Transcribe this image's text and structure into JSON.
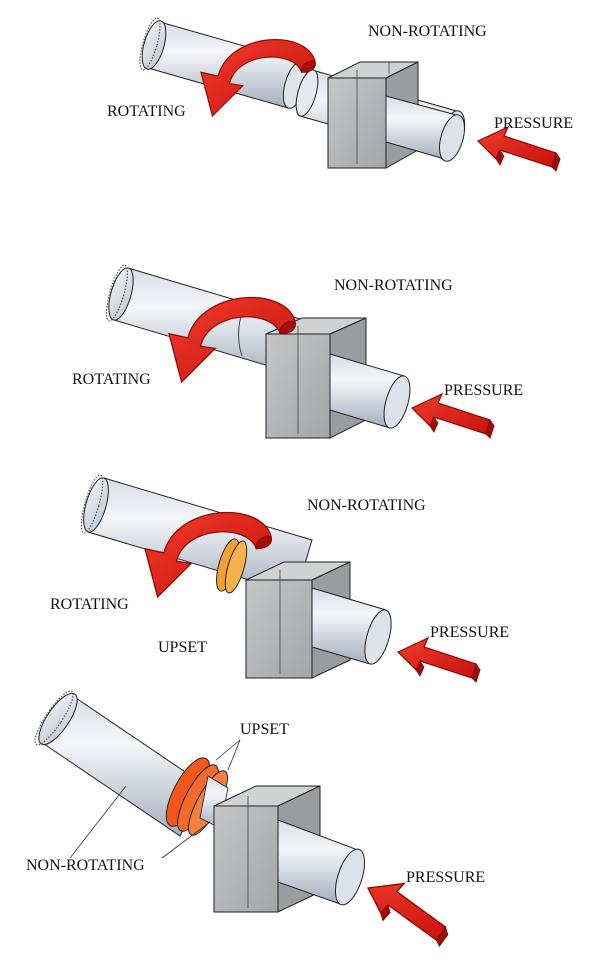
{
  "colors": {
    "arrow": "#e41b12",
    "arrow_dark": "#a80c08",
    "cylinder_light": "#eef1f6",
    "cylinder_mid": "#c7ced9",
    "cylinder_dark": "#9aa3b1",
    "block_front": "#b4b6b8",
    "block_side": "#8f9294",
    "upset_small": "#f5a033",
    "upset_large": "#f2561a",
    "outline": "#222222"
  },
  "stages": [
    {
      "rotating_label": "ROTATING",
      "fixed_label": "NON-ROTATING",
      "pressure_label": "PRESSURE"
    },
    {
      "rotating_label": "ROTATING",
      "fixed_label": "NON-ROTATING",
      "pressure_label": "PRESSURE"
    },
    {
      "rotating_label": "ROTATING",
      "fixed_label": "NON-ROTATING",
      "pressure_label": "PRESSURE",
      "upset_label": "UPSET"
    },
    {
      "upset_label": "UPSET",
      "fixed_label": "NON-ROTATING",
      "pressure_label": "PRESSURE"
    }
  ]
}
